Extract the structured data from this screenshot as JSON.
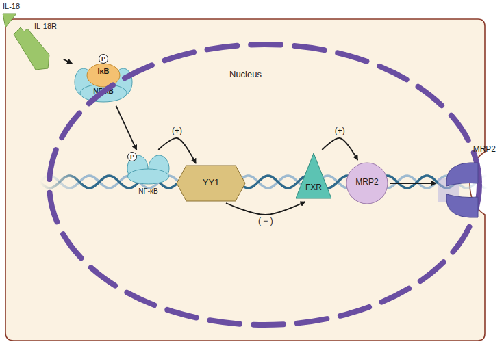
{
  "diagram": {
    "nodes": [
      {
        "text": [
          "IL-18"
        ]
      },
      {
        "text": [
          "IL-18R"
        ]
      },
      {
        "text": [
          "IκB",
          "NF-κB"
        ]
      },
      {
        "text": [
          "P"
        ],
        "in": 2
      },
      {
        "text": [
          "Nucleus"
        ]
      },
      {
        "text": [
          "NF-κB"
        ],
        "in": 4
      },
      {
        "text": [
          "P"
        ],
        "in": 5
      },
      {
        "text": [
          "YY1"
        ],
        "in": 4
      },
      {
        "text": [
          "FXR"
        ],
        "in": 4
      },
      {
        "text": [
          "MRP2"
        ],
        "in": 4
      },
      {
        "text": [
          "MRP2"
        ]
      }
    ],
    "edges": [
      {
        "from": 1,
        "to": 2,
        "arrow": "to"
      },
      {
        "from": 2,
        "to": 5,
        "arrow": "to"
      },
      {
        "from": 5,
        "to": 7,
        "label": "(+)",
        "arrow": "to"
      },
      {
        "from": 7,
        "to": 8,
        "label": "( − )",
        "arrow": "to"
      },
      {
        "from": 8,
        "to": 9,
        "label": "(+)",
        "arrow": "to"
      },
      {
        "from": 9,
        "to": 10,
        "arrow": "to"
      }
    ]
  }
}
